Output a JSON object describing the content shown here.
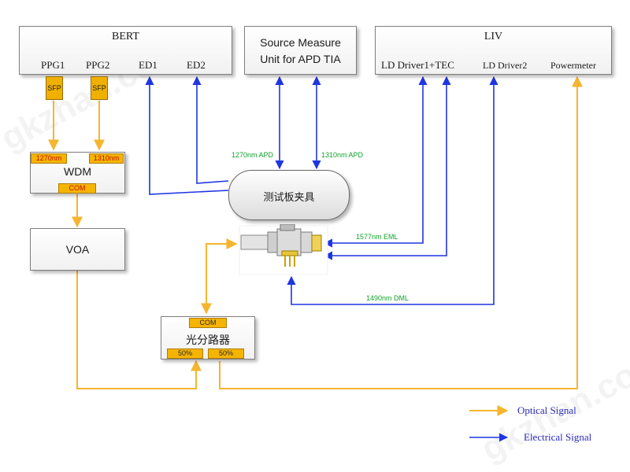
{
  "bert": {
    "title": "BERT",
    "ports": [
      "PPG1",
      "PPG2",
      "ED1",
      "ED2"
    ],
    "sfp_labels": [
      "SFP",
      "SFP"
    ]
  },
  "smu": {
    "title_line1": "Source Measure",
    "title_line2": "Unit for APD TIA"
  },
  "liv": {
    "title": "LIV",
    "ports": [
      "LD Driver1+TEC",
      "LD Driver2",
      "Powermeter"
    ]
  },
  "wdm": {
    "title": "WDM",
    "in1": "1270nm",
    "in2": "1310nm",
    "com": "COM"
  },
  "voa": {
    "title": "VOA"
  },
  "fixture": {
    "title": "测试板夹具"
  },
  "splitter": {
    "title": "光分路器",
    "com": "COM",
    "out1": "50%",
    "out2": "50%"
  },
  "wire_labels": {
    "apd1270": "1270nm APD",
    "apd1310": "1310nm APD",
    "eml1577": "1577nm EML",
    "dml1490": "1490nm DML"
  },
  "legend": {
    "optical": "Optical Signal",
    "electrical": "Electrical Signal"
  },
  "colors": {
    "optical": "#f5b52e",
    "electrical": "#1f35e0",
    "label_green": "#11a32a",
    "tag_fill": "#f5b400"
  },
  "watermark": [
    "gkzhan.com",
    "gkzhan.com"
  ]
}
